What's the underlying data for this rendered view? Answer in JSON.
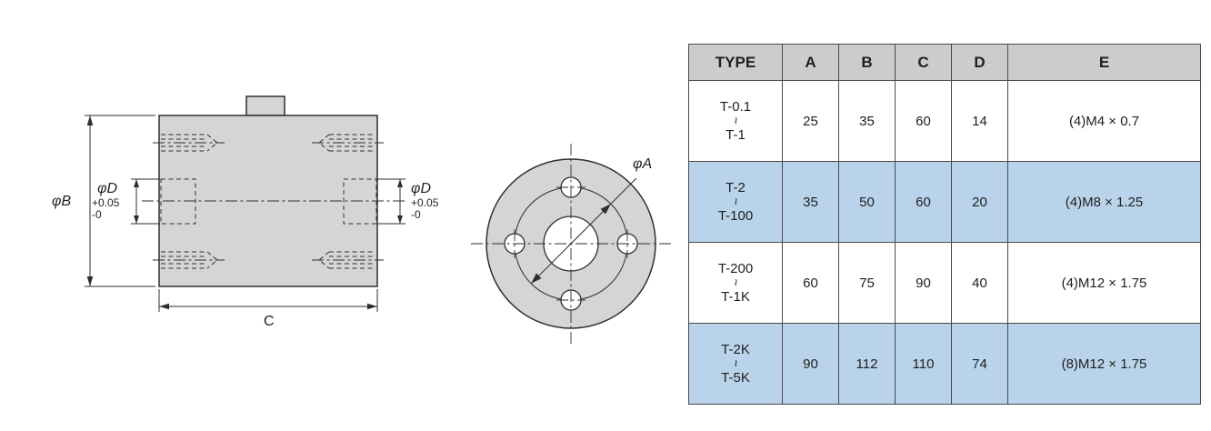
{
  "colors": {
    "page_bg": "#ffffff",
    "body_fill": "#d5d5d5",
    "line": "#2e2e2e",
    "text": "#1f1f1f",
    "header_bg": "#cccccc",
    "highlight_bg": "#b9d3ea",
    "table_border": "#4a4a4a"
  },
  "drawing": {
    "side_view": {
      "label_phi_b": "φB",
      "label_phi_d_left": "φD",
      "tol_plus_left": "+0.05",
      "tol_minus_left": "-0",
      "label_phi_d_right": "φD",
      "tol_plus_right": "+0.05",
      "tol_minus_right": "-0",
      "label_c": "C"
    },
    "front_view": {
      "label_phi_a": "φA"
    }
  },
  "table": {
    "headers": [
      "TYPE",
      "A",
      "B",
      "C",
      "D",
      "E"
    ],
    "rows": [
      {
        "type_from": "T-0.1",
        "type_sep": "~",
        "type_to": "T-1",
        "a": "25",
        "b": "35",
        "c": "60",
        "d": "14",
        "e": "(4)M4 × 0.7",
        "highlight": false
      },
      {
        "type_from": "T-2",
        "type_sep": "~",
        "type_to": "T-100",
        "a": "35",
        "b": "50",
        "c": "60",
        "d": "20",
        "e": "(4)M8 × 1.25",
        "highlight": true
      },
      {
        "type_from": "T-200",
        "type_sep": "~",
        "type_to": "T-1K",
        "a": "60",
        "b": "75",
        "c": "90",
        "d": "40",
        "e": "(4)M12 × 1.75",
        "highlight": false
      },
      {
        "type_from": "T-2K",
        "type_sep": "~",
        "type_to": "T-5K",
        "a": "90",
        "b": "112",
        "c": "110",
        "d": "74",
        "e": "(8)M12 × 1.75",
        "highlight": true
      }
    ]
  }
}
